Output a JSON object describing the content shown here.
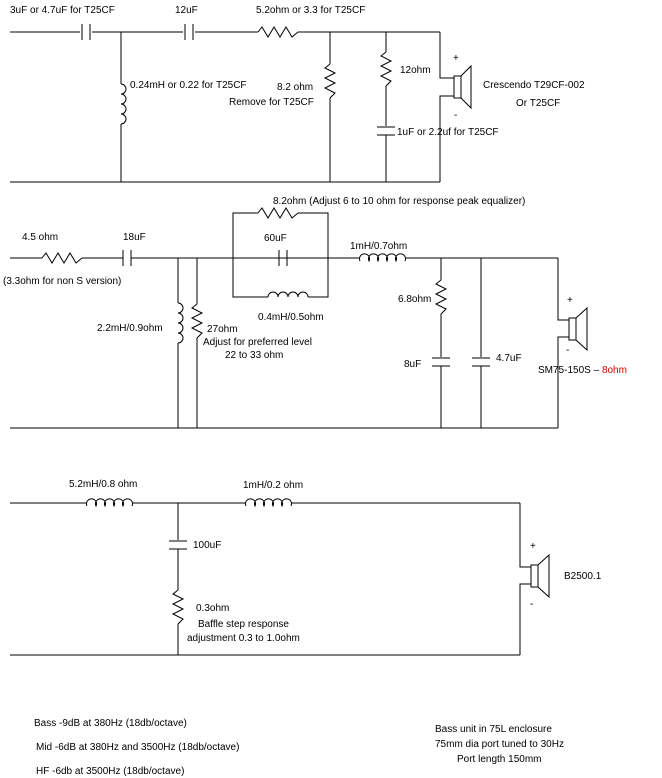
{
  "tweeter": {
    "c1_label": "3uF or 4.7uF for T25CF",
    "c2_label": "12uF",
    "r_series_label": "5.2ohm or 3.3 for T25CF",
    "l_shunt_label": "0.24mH or 0.22 for T25CF",
    "r_shunt_label": "8.2 ohm",
    "r_shunt_note": "Remove for T25CF",
    "r_notch_label": "12ohm",
    "c_notch_label": "1uF or 2.2uf for T25CF",
    "driver_plus": "+",
    "driver_minus": "-",
    "driver_name": "Crescendo T29CF-002",
    "driver_alt": "Or T25CF"
  },
  "midrange": {
    "r_in_label": "4.5 ohm",
    "r_in_note": "(3.3ohm for non S version)",
    "c_in_label": "18uF",
    "l_shunt_label": "2.2mH/0.9ohm",
    "r_shunt_label": "27ohm",
    "r_shunt_note_1": "Adjust for preferred level",
    "r_shunt_note_2": "22 to 33 ohm",
    "r_eq_label": "8.2ohm  (Adjust 6 to 10 ohm for response peak equalizer)",
    "c_eq_label": "60uF",
    "l_eq_label": "0.4mH/0.5ohm",
    "l_series_label": "1mH/0.7ohm",
    "r_zobel_label": "6.8ohm",
    "c_zobel_label": "8uF",
    "c_shunt_label": "4.7uF",
    "driver_plus": "+",
    "driver_minus": "-",
    "driver_name": "SM75-150S – ",
    "driver_impedance": "8ohm"
  },
  "bass": {
    "l1_label": "5.2mH/0.8 ohm",
    "l2_label": "1mH/0.2 ohm",
    "c_label": "100uF",
    "r_label": "0.3ohm",
    "r_note_1": "Baffle step response",
    "r_note_2": "adjustment 0.3 to 1.0ohm",
    "driver_plus": "+",
    "driver_minus": "-",
    "driver_name": "B2500.1"
  },
  "notes": {
    "bass": "Bass  -9dB at 380Hz  (18db/octave)",
    "mid": "Mid -6dB at 380Hz and 3500Hz  (18db/octave)",
    "hf": "HF -6db at 3500Hz  (18db/octave)",
    "enclosure_1": "Bass unit in 75L enclosure",
    "enclosure_2": "75mm dia port tuned to 30Hz",
    "enclosure_3": "Port length 150mm"
  },
  "colors": {
    "line": "#000000",
    "impedance_highlight": "#d00000"
  }
}
